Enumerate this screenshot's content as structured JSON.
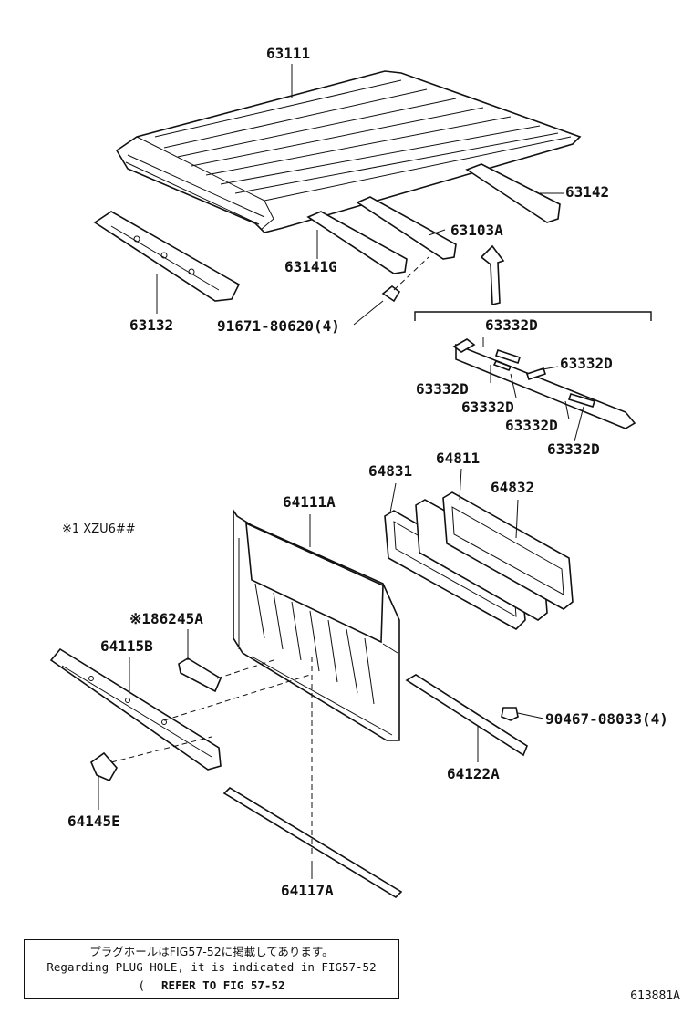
{
  "parts": {
    "p63111": "63111",
    "p63142": "63142",
    "p63103A": "63103A",
    "p63141G": "63141G",
    "p63132": "63132",
    "p91671": "91671-80620(4)",
    "p63332D_top": "63332D",
    "p63332D_r1": "63332D",
    "p63332D_l1": "63332D",
    "p63332D_l2": "63332D",
    "p63332D_b1": "63332D",
    "p63332D_b2": "63332D",
    "p64831": "64831",
    "p64811": "64811",
    "p64832": "64832",
    "p64111A": "64111A",
    "p86245A": "※186245A",
    "p64115B": "64115B",
    "p90467": "90467-08033(4)",
    "p64122A": "64122A",
    "p64145E": "64145E",
    "p64117A": "64117A"
  },
  "notes": {
    "model": "※1 XZU6##",
    "jp": "プラグホールはFIG57-52に掲載してあります。",
    "en": "Regarding PLUG HOLE, it is indicated in FIG57-52",
    "ref_paren": "(",
    "ref": "REFER TO FIG 57-52"
  },
  "figure_id": "613881A"
}
